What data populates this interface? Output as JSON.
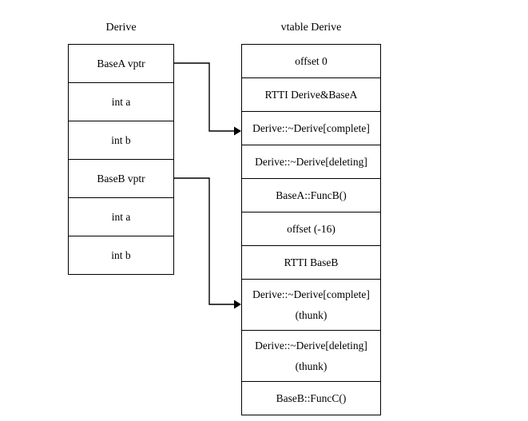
{
  "diagram": {
    "left": {
      "title": "Derive",
      "rows": [
        {
          "label": "BaseA vptr"
        },
        {
          "label": "int a"
        },
        {
          "label": "int b"
        },
        {
          "label": "BaseB vptr"
        },
        {
          "label": "int a"
        },
        {
          "label": "int b"
        }
      ]
    },
    "right": {
      "title": "vtable Derive",
      "rows": [
        {
          "label": "offset 0",
          "sub": ""
        },
        {
          "label": "RTTI Derive&BaseA",
          "sub": ""
        },
        {
          "label": "Derive::~Derive[complete]",
          "sub": ""
        },
        {
          "label": "Derive::~Derive[deleting]",
          "sub": ""
        },
        {
          "label": "BaseA::FuncB()",
          "sub": ""
        },
        {
          "label": "offset (-16)",
          "sub": ""
        },
        {
          "label": "RTTI BaseB",
          "sub": ""
        },
        {
          "label": "Derive::~Derive[complete]",
          "sub": "(thunk)"
        },
        {
          "label": "Derive::~Derive[deleting]",
          "sub": "(thunk)"
        },
        {
          "label": "BaseB::FuncC()",
          "sub": ""
        }
      ]
    },
    "connectors": [
      {
        "name": "basea-vptr-to-vtable-complete",
        "from_row": 0,
        "to_row": 2
      },
      {
        "name": "baseb-vptr-to-vtable-complete-thunk",
        "from_row": 3,
        "to_row": 7
      }
    ],
    "style": {
      "line_color": "#000000",
      "border_color": "#000000",
      "background": "#ffffff",
      "text_color": "#000000"
    }
  }
}
